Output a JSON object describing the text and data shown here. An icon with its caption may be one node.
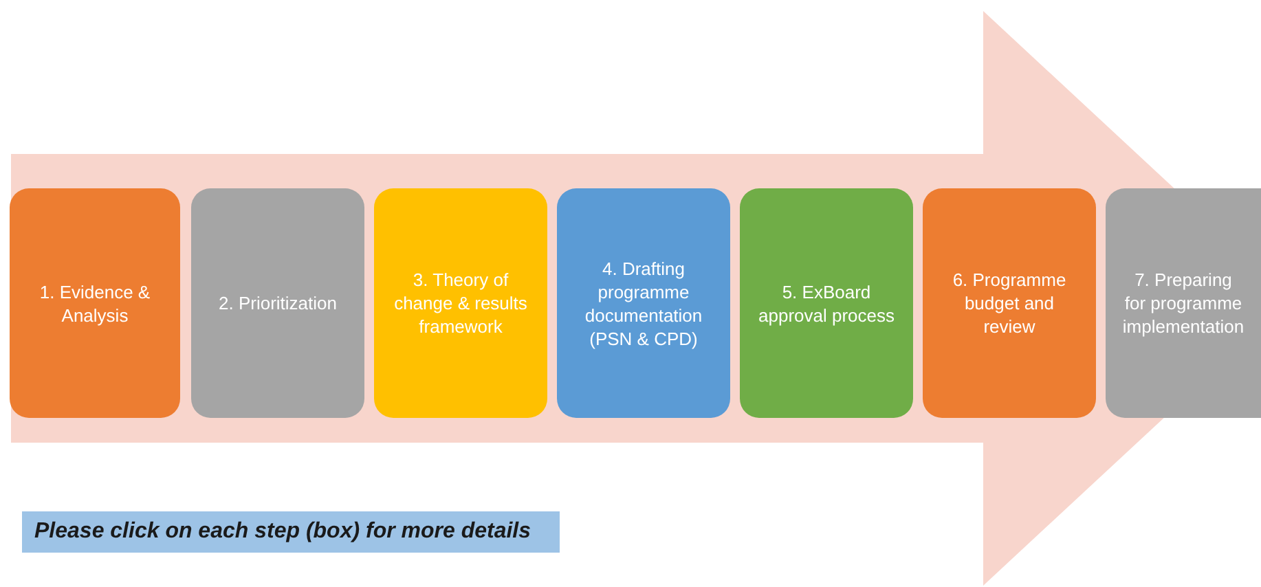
{
  "diagram": {
    "nodes": [
      {
        "text": [
          "1. Evidence & Analysis"
        ]
      },
      {
        "text": [
          "2. Prioritization"
        ]
      },
      {
        "text": [
          "3. Theory of change & results framework"
        ]
      },
      {
        "text": [
          "4. Drafting programme documentation (PSN & CPD)"
        ]
      },
      {
        "text": [
          "5. ExBoard approval process"
        ]
      },
      {
        "text": [
          "6. Programme budget and review"
        ]
      },
      {
        "text": [
          "7. Preparing for programme implementation"
        ]
      }
    ],
    "edges": [
      {
        "from": 0,
        "to": 6,
        "arrow": "to",
        "style": "thick"
      }
    ],
    "labels": [
      "Please click on each step (box) for more details"
    ]
  }
}
